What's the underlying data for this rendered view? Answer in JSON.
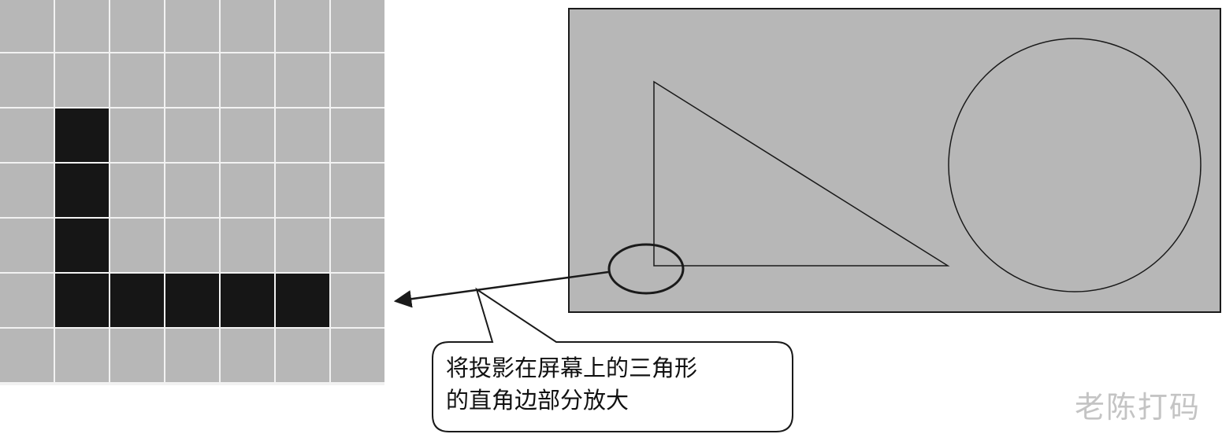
{
  "colors": {
    "grid_fill": "#b7b7b7",
    "grid_line": "#f2f2f2",
    "pixel_on": "#161616",
    "screen_fill": "#b7b7b7",
    "stroke": "#1a1a1a",
    "watermark": "#c4c4c4"
  },
  "pixel_grid": {
    "rows": 7,
    "cols": 7,
    "filled_cells": [
      [
        2,
        1
      ],
      [
        3,
        1
      ],
      [
        4,
        1
      ],
      [
        5,
        1
      ],
      [
        5,
        2
      ],
      [
        5,
        3
      ],
      [
        5,
        4
      ],
      [
        5,
        5
      ]
    ]
  },
  "callout": {
    "line1": "将投影在屏幕上的三角形",
    "line2": "的直角边部分放大"
  },
  "watermark": {
    "text": "老陈打码"
  }
}
